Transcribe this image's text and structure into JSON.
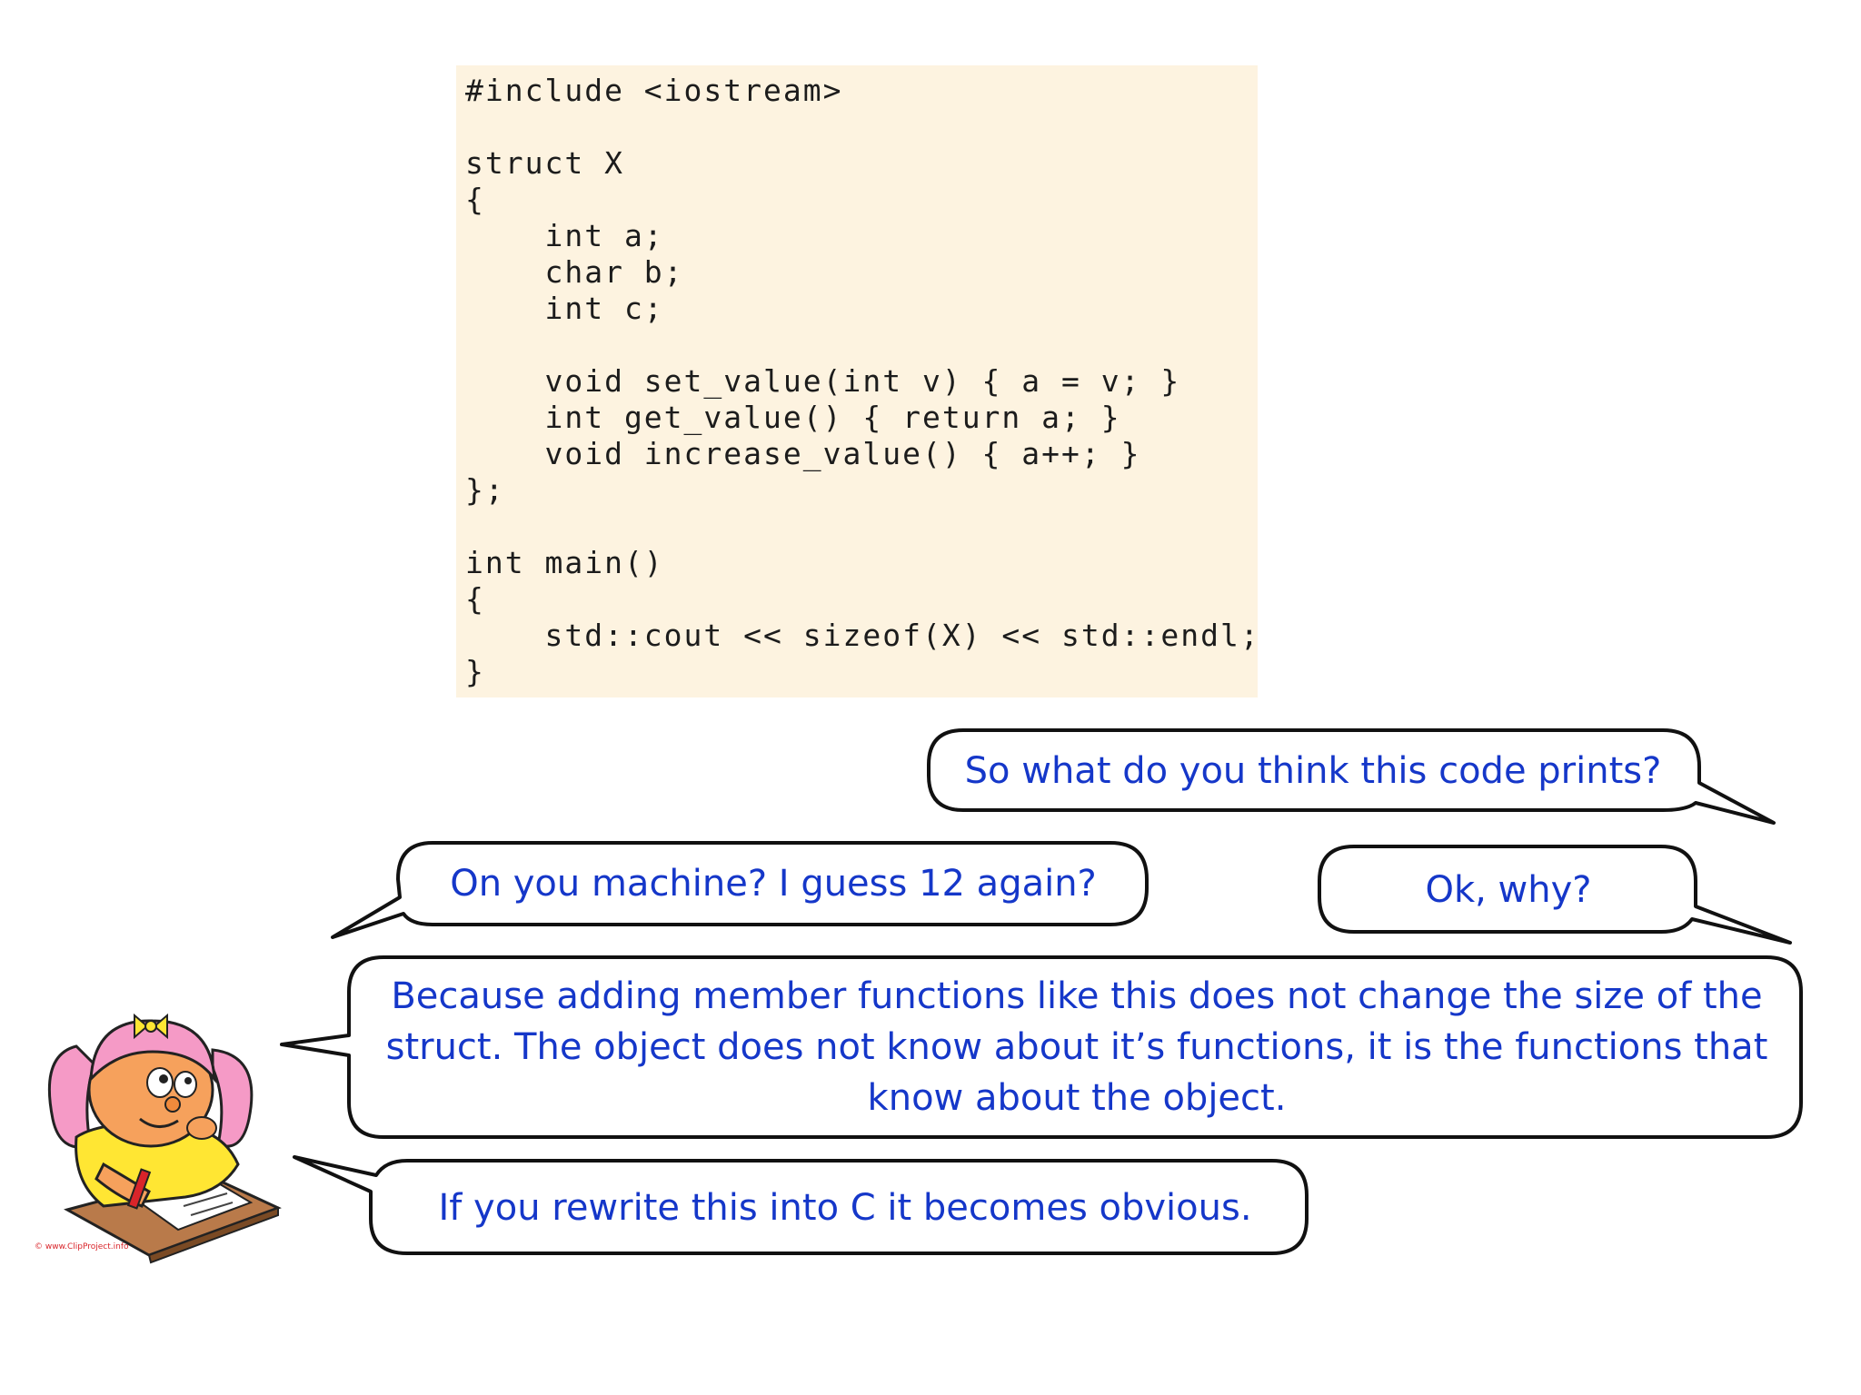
{
  "code": {
    "lines": [
      "#include <iostream>",
      "",
      "struct X",
      "{",
      "    int a;",
      "    char b;",
      "    int c;",
      "",
      "    void set_value(int v) { a = v; }",
      "    int get_value() { return a; }",
      "    void increase_value() { a++; }",
      "};",
      "",
      "int main()",
      "{",
      "    std::cout << sizeof(X) << std::endl;",
      "}"
    ]
  },
  "dialogue": {
    "question": "So what do you think this code prints?",
    "guess": "On you machine? I guess 12 again?",
    "why": "Ok, why?",
    "explanation": "Because adding member functions like this does not change the size of the struct. The object does not know about it’s functions, it is the functions that know about the object.",
    "hint": "If you rewrite this into C it becomes obvious."
  },
  "colors": {
    "code_background": "#fdf3e0",
    "bubble_text": "#1537c9",
    "bubble_border": "#111111"
  },
  "character": {
    "icon": "girl-writing-icon",
    "credit": "© www.ClipProject.info"
  }
}
